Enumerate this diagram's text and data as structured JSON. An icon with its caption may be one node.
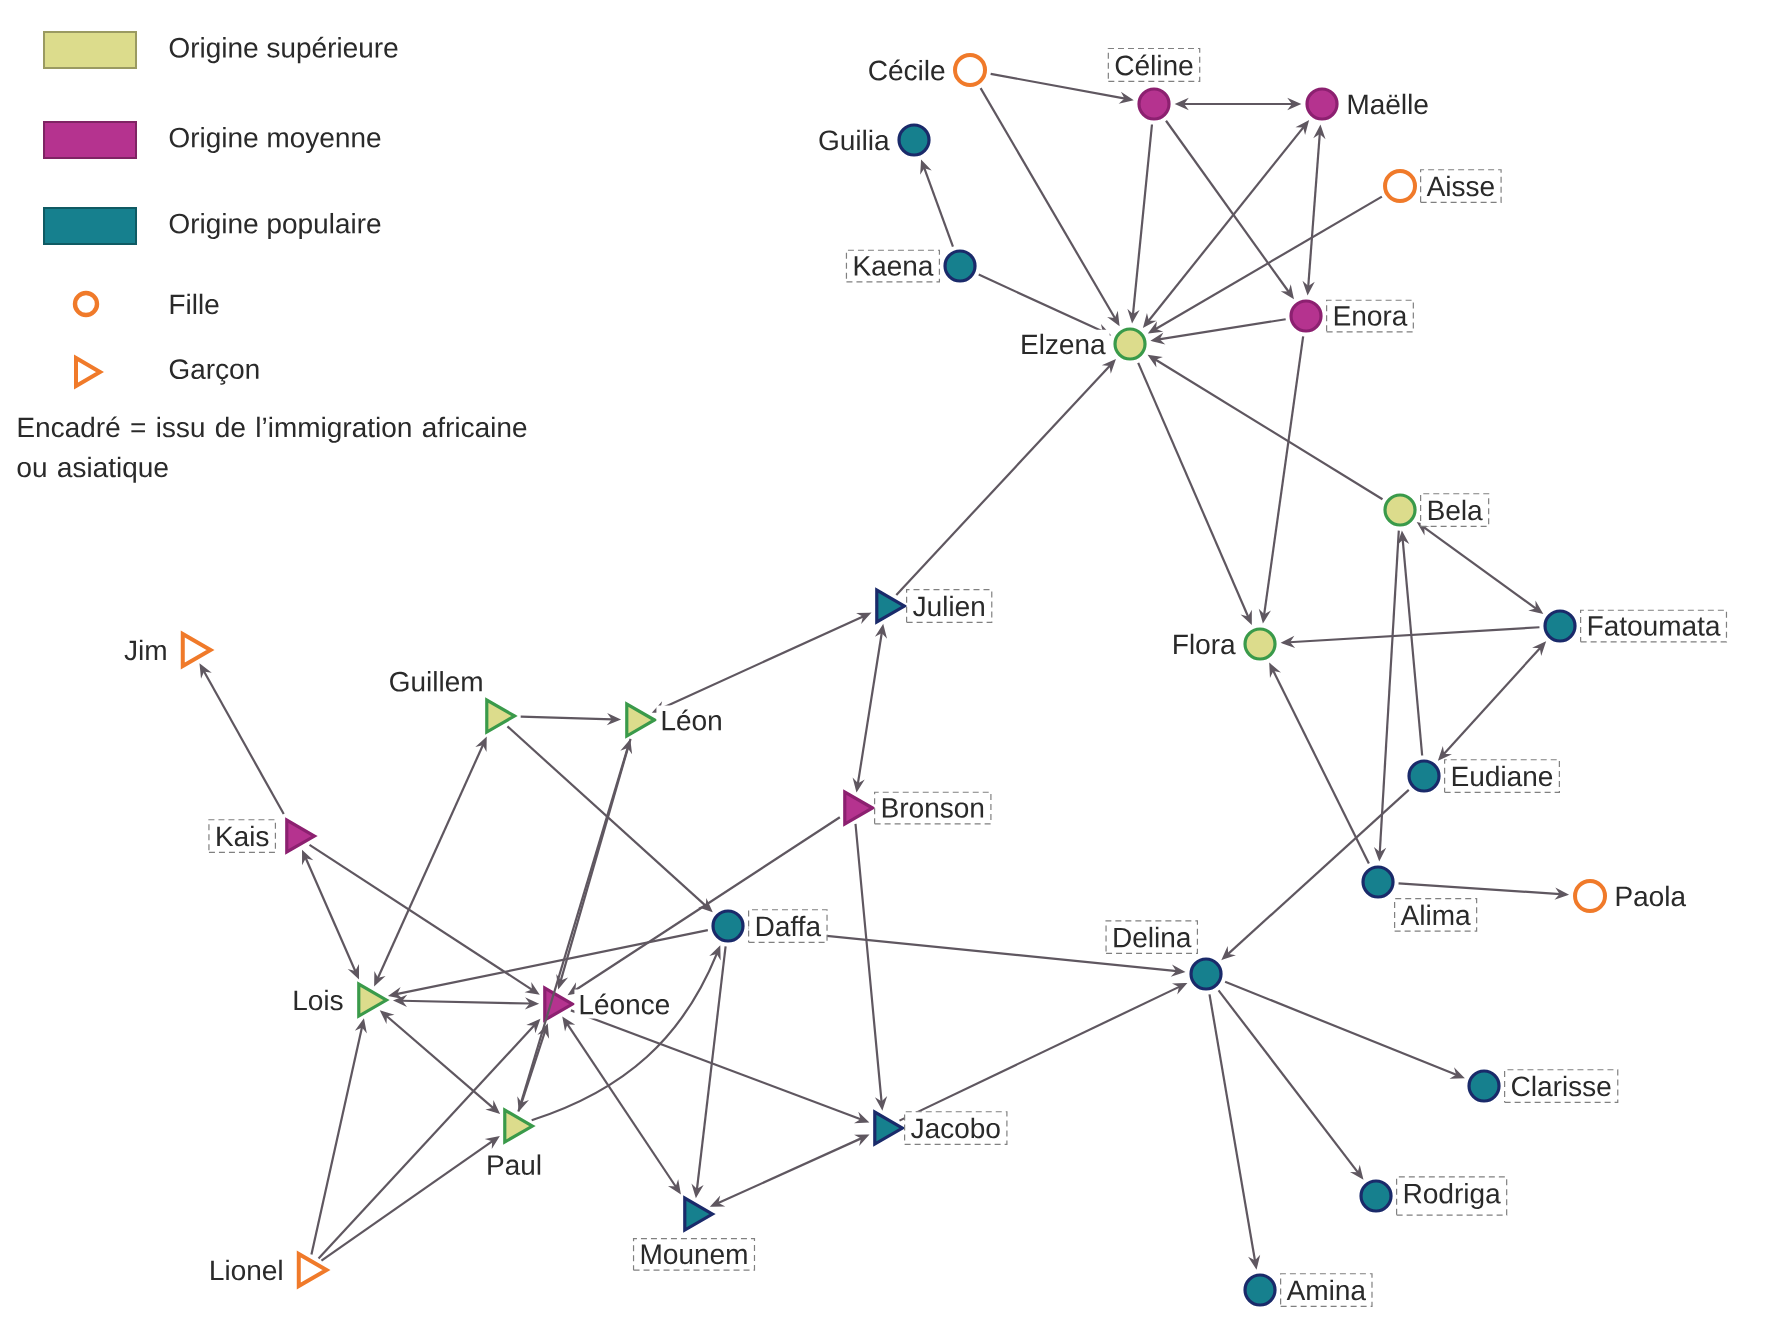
{
  "diagram": {
    "nodes": [
      {
        "text": [
          "Cécile"
        ]
      },
      {
        "text": [
          "Céline"
        ]
      },
      {
        "text": [
          "Maëlle"
        ]
      },
      {
        "text": [
          "Guilia"
        ]
      },
      {
        "text": [
          "Aisse"
        ]
      },
      {
        "text": [
          "Kaena"
        ]
      },
      {
        "text": [
          "Enora"
        ]
      },
      {
        "text": [
          "Elzena"
        ]
      },
      {
        "text": [
          "Bela"
        ]
      },
      {
        "text": [
          "Fatoumata"
        ]
      },
      {
        "text": [
          "Flora"
        ]
      },
      {
        "text": [
          "Julien"
        ]
      },
      {
        "text": [
          "Jim"
        ]
      },
      {
        "text": [
          "Guillem"
        ]
      },
      {
        "text": [
          "Léon"
        ]
      },
      {
        "text": [
          "Eudiane"
        ]
      },
      {
        "text": [
          "Kais"
        ]
      },
      {
        "text": [
          "Bronson"
        ]
      },
      {
        "text": [
          "Daffa"
        ]
      },
      {
        "text": [
          "Alima"
        ]
      },
      {
        "text": [
          "Paola"
        ]
      },
      {
        "text": [
          "Delina"
        ]
      },
      {
        "text": [
          "Lois"
        ]
      },
      {
        "text": [
          "Léonce"
        ]
      },
      {
        "text": [
          "Clarisse"
        ]
      },
      {
        "text": [
          "Paul"
        ]
      },
      {
        "text": [
          "Jacobo"
        ]
      },
      {
        "text": [
          "Rodriga"
        ]
      },
      {
        "text": [
          "Mounem"
        ]
      },
      {
        "text": [
          "Lionel"
        ]
      },
      {
        "text": [
          "Amina"
        ]
      }
    ],
    "edges": [
      {
        "from": 0,
        "to": 1,
        "arrow": "to"
      },
      {
        "from": 0,
        "to": 7,
        "arrow": "to"
      },
      {
        "from": 1,
        "to": 2,
        "arrow": "both"
      },
      {
        "from": 1,
        "to": 7,
        "arrow": "to"
      },
      {
        "from": 1,
        "to": 6,
        "arrow": "to"
      },
      {
        "from": 5,
        "to": 3,
        "arrow": "to"
      },
      {
        "from": 5,
        "to": 7,
        "arrow": "to"
      },
      {
        "from": 7,
        "to": 2,
        "arrow": "both"
      },
      {
        "from": 4,
        "to": 7,
        "arrow": "to"
      },
      {
        "from": 2,
        "to": 6,
        "arrow": "both"
      },
      {
        "from": 6,
        "to": 7,
        "arrow": "to"
      },
      {
        "from": 6,
        "to": 10,
        "arrow": "to"
      },
      {
        "from": 7,
        "to": 10,
        "arrow": "to"
      },
      {
        "from": 8,
        "to": 7,
        "arrow": "to"
      },
      {
        "from": 11,
        "to": 7,
        "arrow": "to"
      },
      {
        "from": 8,
        "to": 9,
        "arrow": "both"
      },
      {
        "from": 9,
        "to": 10,
        "arrow": "to"
      },
      {
        "from": 15,
        "to": 8,
        "arrow": "to"
      },
      {
        "from": 8,
        "to": 19,
        "arrow": "to"
      },
      {
        "from": 9,
        "to": 15,
        "arrow": "both"
      },
      {
        "from": 19,
        "to": 10,
        "arrow": "to"
      },
      {
        "from": 15,
        "to": 21,
        "arrow": "to"
      },
      {
        "from": 19,
        "to": 20,
        "arrow": "to"
      },
      {
        "from": 21,
        "to": 24,
        "arrow": "to"
      },
      {
        "from": 21,
        "to": 27,
        "arrow": "to"
      },
      {
        "from": 21,
        "to": 30,
        "arrow": "to"
      },
      {
        "from": 18,
        "to": 21,
        "arrow": "to"
      },
      {
        "from": 26,
        "to": 21,
        "arrow": "to"
      },
      {
        "from": 11,
        "to": 14,
        "arrow": "both"
      },
      {
        "from": 11,
        "to": 17,
        "arrow": "both"
      },
      {
        "from": 17,
        "to": 26,
        "arrow": "to"
      },
      {
        "from": 17,
        "to": 23,
        "arrow": "to"
      },
      {
        "from": 18,
        "to": 28,
        "arrow": "to"
      },
      {
        "from": 26,
        "to": 28,
        "arrow": "both"
      },
      {
        "from": 16,
        "to": 12,
        "arrow": "to"
      },
      {
        "from": 16,
        "to": 22,
        "arrow": "both"
      },
      {
        "from": 16,
        "to": 23,
        "arrow": "to"
      },
      {
        "from": 13,
        "to": 14,
        "arrow": "to"
      },
      {
        "from": 13,
        "to": 22,
        "arrow": "both"
      },
      {
        "from": 13,
        "to": 18,
        "arrow": "to"
      },
      {
        "from": 14,
        "to": 23,
        "arrow": "to"
      },
      {
        "from": 25,
        "to": 14,
        "arrow": "to"
      },
      {
        "from": 18,
        "to": 22,
        "arrow": "to"
      },
      {
        "from": 22,
        "to": 23,
        "arrow": "both"
      },
      {
        "from": 22,
        "to": 25,
        "arrow": "both"
      },
      {
        "from": 29,
        "to": 22,
        "arrow": "to"
      },
      {
        "from": 29,
        "to": 23,
        "arrow": "to"
      },
      {
        "from": 29,
        "to": 25,
        "arrow": "to"
      },
      {
        "from": 25,
        "to": 23,
        "arrow": "both"
      },
      {
        "from": 25,
        "to": 18,
        "arrow": "to"
      },
      {
        "from": 23,
        "to": 28,
        "arrow": "both"
      },
      {
        "from": 23,
        "to": 26,
        "arrow": "to"
      }
    ],
    "labels": [
      "Encadré = issu de l’immigration africaine ou asiatique"
    ],
    "legend": [
      {
        "text": "Origine supérieure",
        "color": "#dcdc8c"
      },
      {
        "text": "Origine moyenne",
        "color": "#b5338f"
      },
      {
        "text": "Origine populaire",
        "color": "#16808e"
      },
      {
        "text": "Fille"
      },
      {
        "text": "Garçon"
      }
    ]
  }
}
